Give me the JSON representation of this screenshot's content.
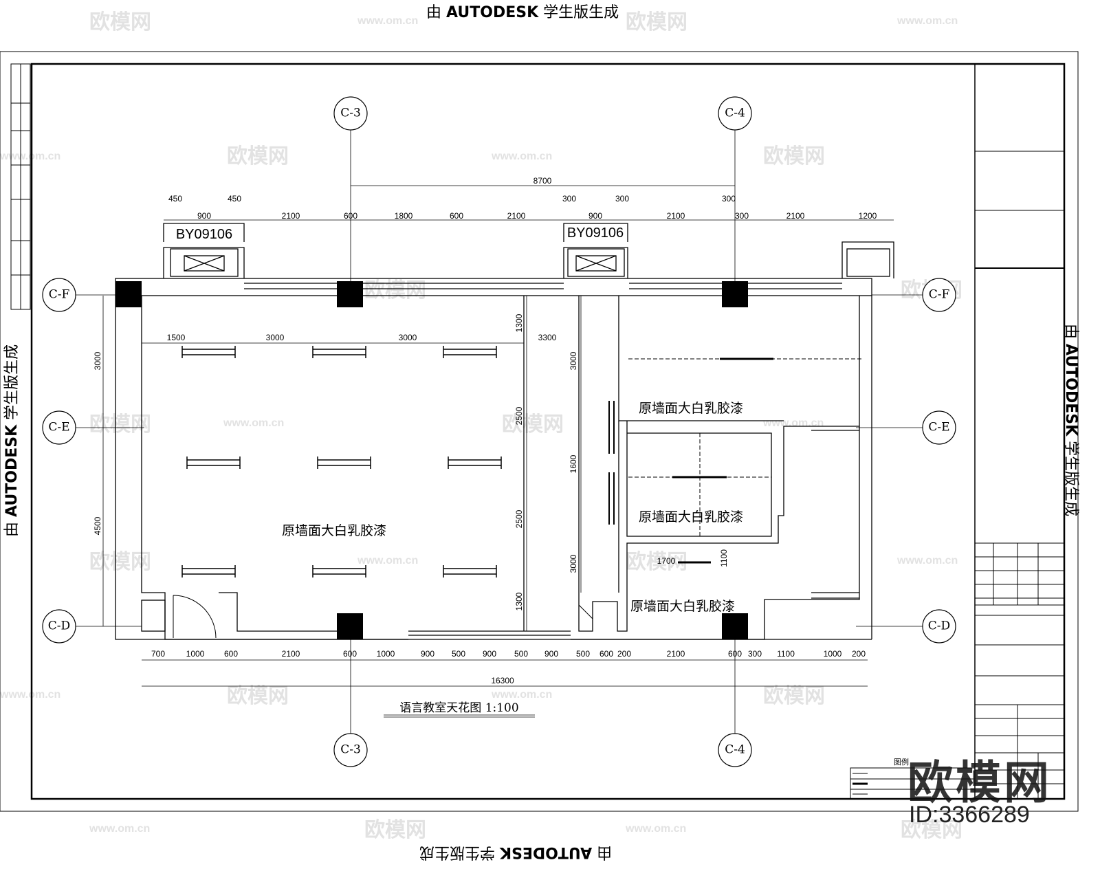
{
  "watermark": {
    "prefix": "由",
    "brand": "AUTODESK",
    "suffix": "学生版生成",
    "site_logo": "欧模网",
    "site_url": "www.om.cn",
    "model_id": "ID:3366289"
  },
  "drawing": {
    "caption": "语言教室天花图 1:100",
    "room_labels": [
      "原墙面大白乳胶漆",
      "原墙面大白乳胶漆",
      "原墙面大白乳胶漆",
      "原墙面大白乳胶漆"
    ],
    "window_tags": [
      "BY09106",
      "BY09106"
    ],
    "axes": {
      "top": [
        "C-3",
        "C-4"
      ],
      "bottom": [
        "C-3",
        "C-4"
      ],
      "left": [
        "C-F",
        "C-E",
        "C-D"
      ],
      "right": [
        "C-F",
        "C-E",
        "C-D"
      ]
    },
    "dims_top_1": [
      "450",
      "450",
      "300",
      "300",
      "300"
    ],
    "dim_overall_top": "8700",
    "dims_top_2": [
      "900",
      "2100",
      "600",
      "1800",
      "600",
      "2100",
      "900",
      "2100",
      "300",
      "2100",
      "1200"
    ],
    "dims_inner": [
      "1500",
      "3000",
      "3000",
      "3300"
    ],
    "dims_bottom": [
      "700",
      "1000",
      "600",
      "2100",
      "600",
      "1000",
      "900",
      "500",
      "900",
      "500",
      "900",
      "500",
      "600",
      "200",
      "2100",
      "600",
      "300",
      "1100",
      "1000",
      "200"
    ],
    "dim_overall_bottom": "16300",
    "dims_vertical": [
      "3000",
      "4500",
      "1300",
      "2500",
      "2500",
      "1300",
      "3000",
      "1600",
      "3000",
      "1100"
    ],
    "dim_1700": "1700"
  },
  "legend": {
    "header": "图例"
  }
}
